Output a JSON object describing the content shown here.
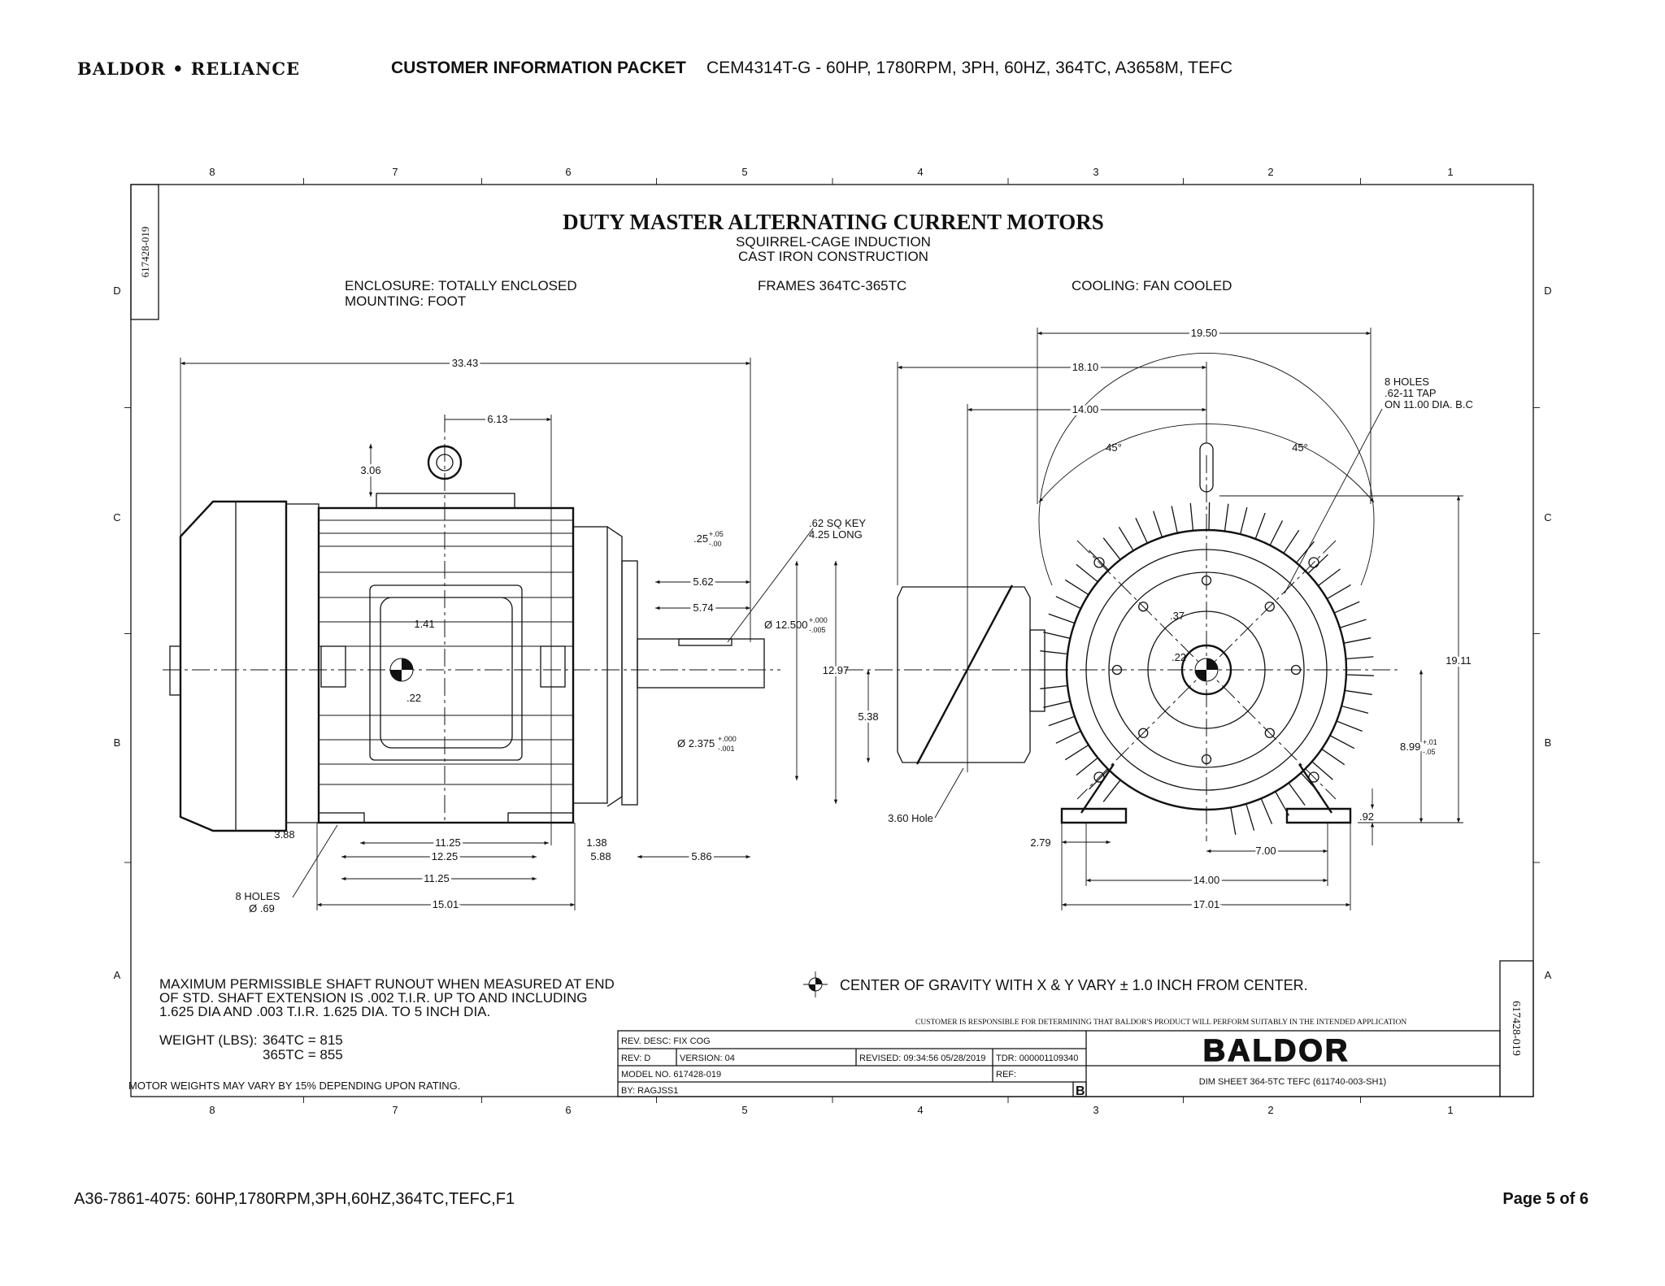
{
  "header": {
    "logo": "BALDOR • RELIANCE",
    "packet_title": "CUSTOMER INFORMATION PACKET",
    "model_line": "CEM4314T-G - 60HP, 1780RPM, 3PH, 60HZ, 364TC, A3658M, TEFC"
  },
  "drawing": {
    "title": "DUTY MASTER ALTERNATING CURRENT MOTORS",
    "subtitle1": "SQUIRREL-CAGE INDUCTION",
    "subtitle2": "CAST IRON CONSTRUCTION",
    "enclosure": "ENCLOSURE: TOTALLY ENCLOSED",
    "mounting": "MOUNTING: FOOT",
    "frames": "FRAMES 364TC-365TC",
    "cooling": "COOLING: FAN COOLED",
    "drawing_number_vertical": "617428-019",
    "zones_columns": [
      "8",
      "7",
      "6",
      "5",
      "4",
      "3",
      "2",
      "1"
    ],
    "zones_rows": [
      "D",
      "C",
      "B",
      "A"
    ]
  },
  "dimensions": {
    "left": {
      "overall": "33.43",
      "eyebolt_offset": "6.13",
      "eyebolt_height": "3.06",
      "pilot": {
        "base": ".25",
        "plus": "+.05",
        "minus": "-.00"
      },
      "key1": ".62 SQ KEY",
      "key2": "4.25 LONG",
      "d562": "5.62",
      "d574": "5.74",
      "face_dia": {
        "base": "Ø 12.500",
        "plus": "+.000",
        "minus": "-.005"
      },
      "d1297": "12.97",
      "cog_x": "1.41",
      "cog_y": ".22",
      "shaft_dia": {
        "base": "Ø 2.375",
        "plus": "+.000",
        "minus": "-.001"
      },
      "d388": "3.88",
      "d1125a": "11.25",
      "d138": "1.38",
      "d1225": "12.25",
      "d588": "5.88",
      "d586": "5.86",
      "d1125b": "11.25",
      "holes1": "8 HOLES",
      "holes2": "Ø .69",
      "d1501": "15.01"
    },
    "right": {
      "d1950": "19.50",
      "d1810": "18.10",
      "d1400a": "14.00",
      "tap1": "8 HOLES",
      "tap2": ".62-11 TAP",
      "tap3": "ON 11.00 DIA. B.C",
      "ang1": "45°",
      "ang2": "45°",
      "d037": ".37",
      "d022": ".22",
      "d1911": "19.11",
      "d538": "5.38",
      "shaft_h": {
        "base": "8.99",
        "plus": "+.01",
        "minus": "-.05"
      },
      "hole": "3.60 Hole",
      "d092": ".92",
      "d279": "2.79",
      "d700": "7.00",
      "d1400b": "14.00",
      "d1701": "17.01"
    }
  },
  "notes": {
    "runout1": "MAXIMUM PERMISSIBLE SHAFT RUNOUT WHEN MEASURED AT END",
    "runout2": "OF STD. SHAFT EXTENSION IS .002 T.I.R. UP TO AND INCLUDING",
    "runout3": "1.625 DIA AND .003 T.I.R. 1.625 DIA. TO 5 INCH DIA.",
    "weight_label": "WEIGHT (LBS):",
    "weight1": "364TC = 815",
    "weight2": "365TC = 855",
    "weight_note": "MOTOR WEIGHTS MAY VARY BY 15% DEPENDING UPON RATING.",
    "cog": "CENTER OF GRAVITY WITH X & Y VARY ± 1.0 INCH FROM CENTER.",
    "customer": "CUSTOMER IS RESPONSIBLE FOR DETERMINING THAT BALDOR'S PRODUCT WILL PERFORM SUITABLY IN THE INTENDED APPLICATION"
  },
  "title_block": {
    "rev_desc": "REV. DESC: FIX COG",
    "rev": "REV:  D",
    "version": "VERSION:  04",
    "revised": "REVISED:  09:34:56 05/28/2019",
    "tdr": "TDR:  000001109340",
    "model_no": "MODEL NO.  617428-019",
    "ref": "REF:",
    "by": "BY: RAGJSS1",
    "size": "B",
    "logo": "BALDOR",
    "dim_sheet": "DIM SHEET 364-5TC TEFC  (611740-003-SH1)"
  },
  "footer": {
    "doc": "A36-7861-4075: 60HP,1780RPM,3PH,60HZ,364TC,TEFC,F1",
    "page": "Page 5 of 6"
  }
}
